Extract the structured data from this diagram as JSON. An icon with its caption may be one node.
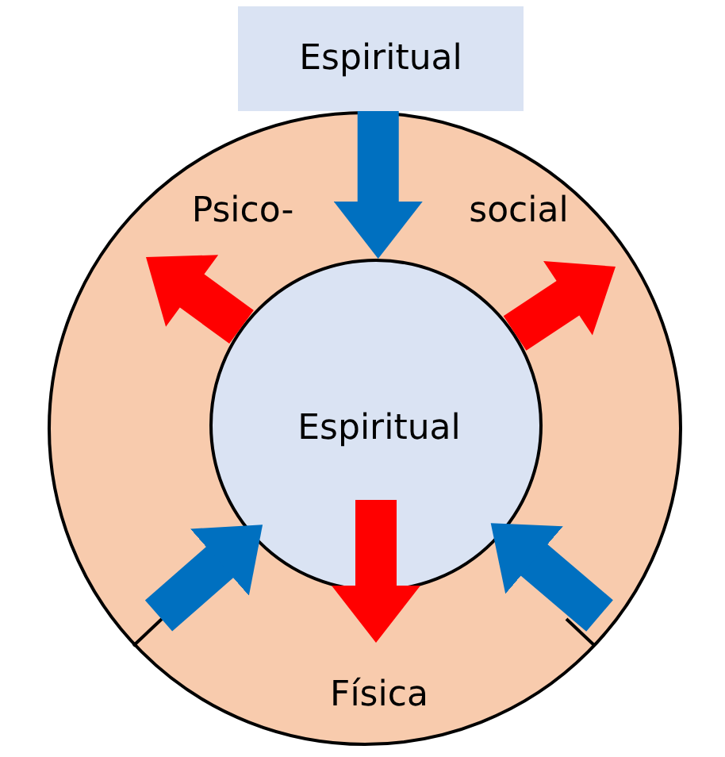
{
  "diagram": {
    "nodes": [
      {
        "text": [
          "Psico-",
          "social",
          "Física"
        ]
      },
      {
        "text": [
          "Espiritual"
        ]
      },
      {
        "text": [
          "Espiritual"
        ],
        "in": 0
      }
    ],
    "edges": [
      {
        "from": 1,
        "to": 2,
        "arrow": "to"
      },
      {
        "from": 2,
        "to": null,
        "arrow": "to",
        "color": "#ff0000"
      },
      {
        "from": 2,
        "to": null,
        "arrow": "to",
        "color": "#ff0000"
      },
      {
        "from": 2,
        "to": null,
        "arrow": "to",
        "color": "#ff0000"
      },
      {
        "from": null,
        "to": 2,
        "arrow": "to"
      },
      {
        "from": null,
        "to": 2,
        "arrow": "to"
      }
    ]
  }
}
